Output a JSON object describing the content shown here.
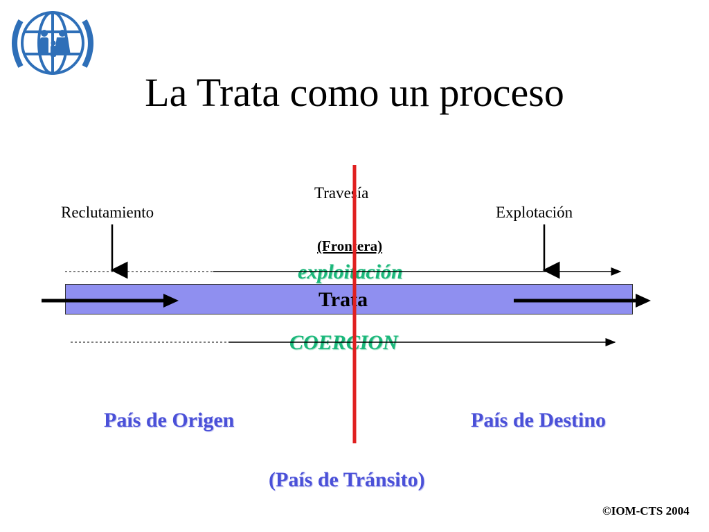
{
  "slide": {
    "title": "La Trata como un proceso",
    "copyright": "©IOM-CTS 2004"
  },
  "diagram": {
    "stage_recruitment": "Reclutamiento",
    "stage_transit": "Travesía",
    "stage_border": "(Frontera)",
    "stage_exploitation": "Explotación",
    "upper_flow": "exploitación",
    "central_bar": "Trata",
    "lower_flow": "COERCION",
    "origin_country": "País de Origen",
    "destination_country": "País de Destino",
    "transit_country": "(País de Tránsito)"
  },
  "colors": {
    "bar_fill": "#8f8ff0",
    "border_line": "#e02020",
    "green_text": "#1ab77a",
    "blue_text": "#4a50d8"
  },
  "icons": {
    "logo": "iom-globe-family-logo"
  }
}
